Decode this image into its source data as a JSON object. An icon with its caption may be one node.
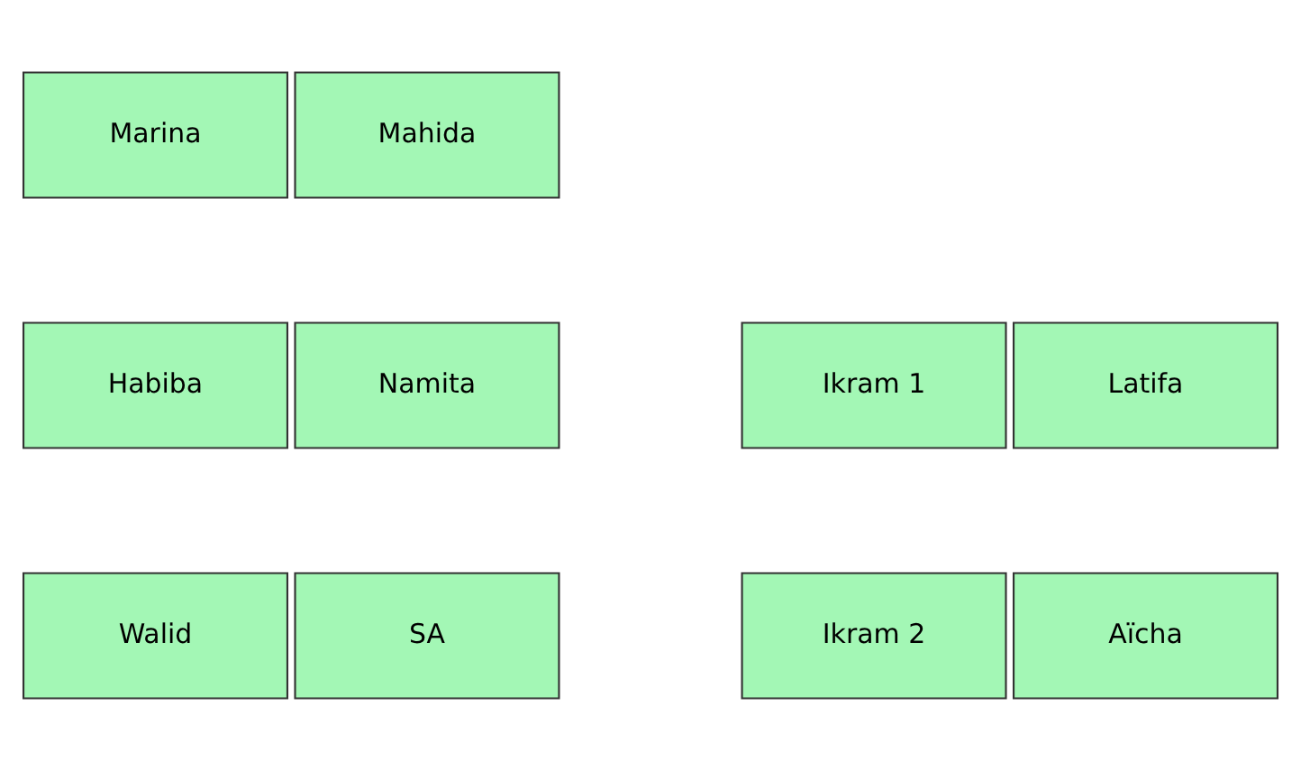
{
  "diagram": {
    "nodes": [
      {
        "text": [
          "Marina"
        ]
      },
      {
        "text": [
          "Mahida"
        ]
      },
      {
        "text": [
          "Habiba"
        ]
      },
      {
        "text": [
          "Namita"
        ]
      },
      {
        "text": [
          "Ikram 1"
        ]
      },
      {
        "text": [
          "Latifa"
        ]
      },
      {
        "text": [
          "Walid"
        ]
      },
      {
        "text": [
          "SA"
        ]
      },
      {
        "text": [
          "Ikram 2"
        ]
      },
      {
        "text": [
          "Aïcha"
        ]
      }
    ]
  }
}
